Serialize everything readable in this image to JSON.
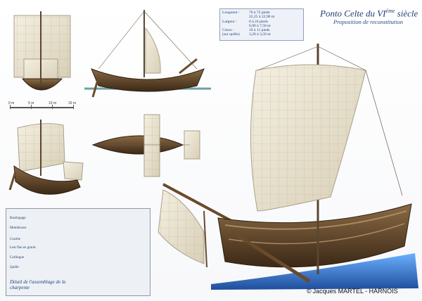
{
  "title": {
    "main": "Ponto Celte du VI",
    "superscript": "ème",
    "suffix": " siècle",
    "subtitle": "Proposition de reconstitution"
  },
  "specs": [
    {
      "label": "Longueur :",
      "value": "70 à 72 pieds\n22,25 à 22,90 m"
    },
    {
      "label": "Largeur :",
      "value": "0 à 24 pieds\n6,90 à 7,50 m"
    },
    {
      "label": "Creux :\n(sur quille)",
      "value": "10 à 11 pieds\n3,20 à 3,50 m"
    }
  ],
  "scale": {
    "labels": [
      "0 m",
      "5 m",
      "10 m",
      "15 m"
    ]
  },
  "detail": {
    "labels": [
      "Bastingage",
      "Membrures",
      "Courbe",
      "Lest flas en granit",
      "Carlingue",
      "Quille"
    ],
    "caption": "Détail de l'assemblage de la charpente"
  },
  "copyright": {
    "symbol": "©",
    "text": "Jacques MARTEL - HARNOIS"
  },
  "colors": {
    "title_blue": "#1f3d73",
    "hull_brown": "#6a4a2a",
    "sail_ivory": "#efe9d8",
    "water_green": "#5e8a72",
    "water_blue": "#2f74d0",
    "detail_red": "#b4221e"
  }
}
